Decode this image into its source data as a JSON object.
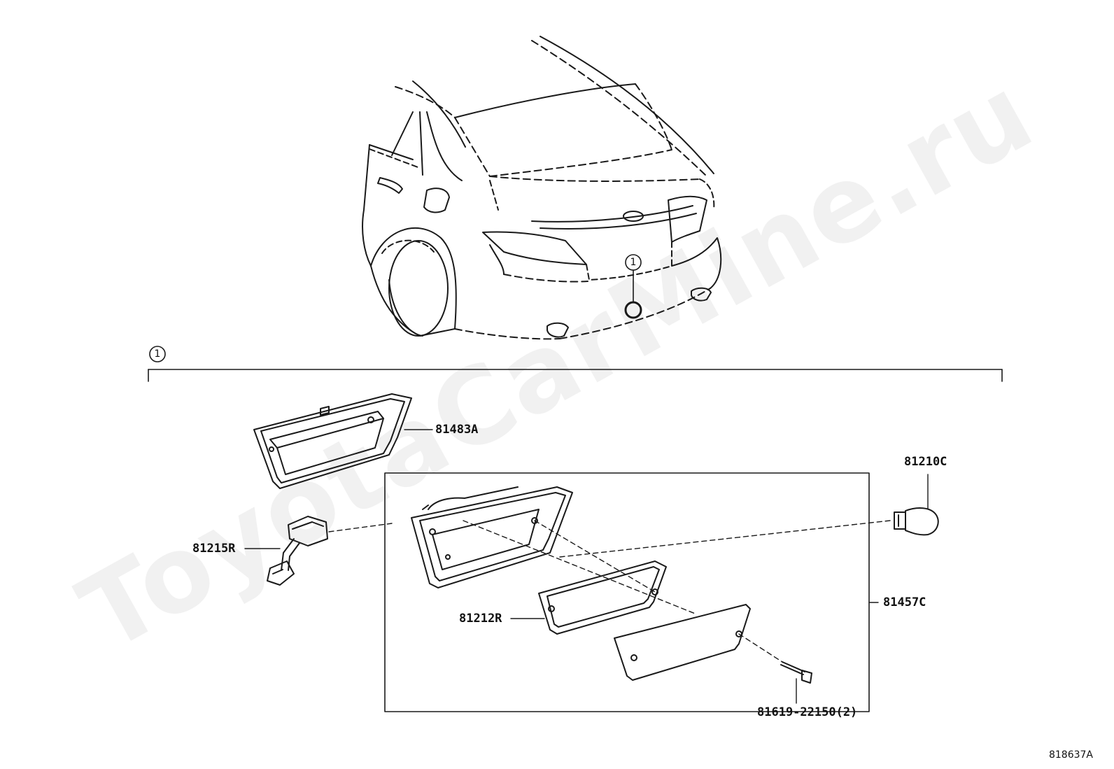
{
  "watermark": "ToyotaCarMine.ru",
  "callout_ref": "1",
  "group_ref": "1",
  "parts": {
    "gasket_outer": "81483A",
    "socket": "81215R",
    "gasket": "81212R",
    "bulb": "81210C",
    "lamp_assy": "81457C",
    "screw": "81619-22150(2)"
  },
  "illustration_code": "818637A",
  "colors": {
    "line": "#1a1a1a",
    "background": "#ffffff"
  }
}
